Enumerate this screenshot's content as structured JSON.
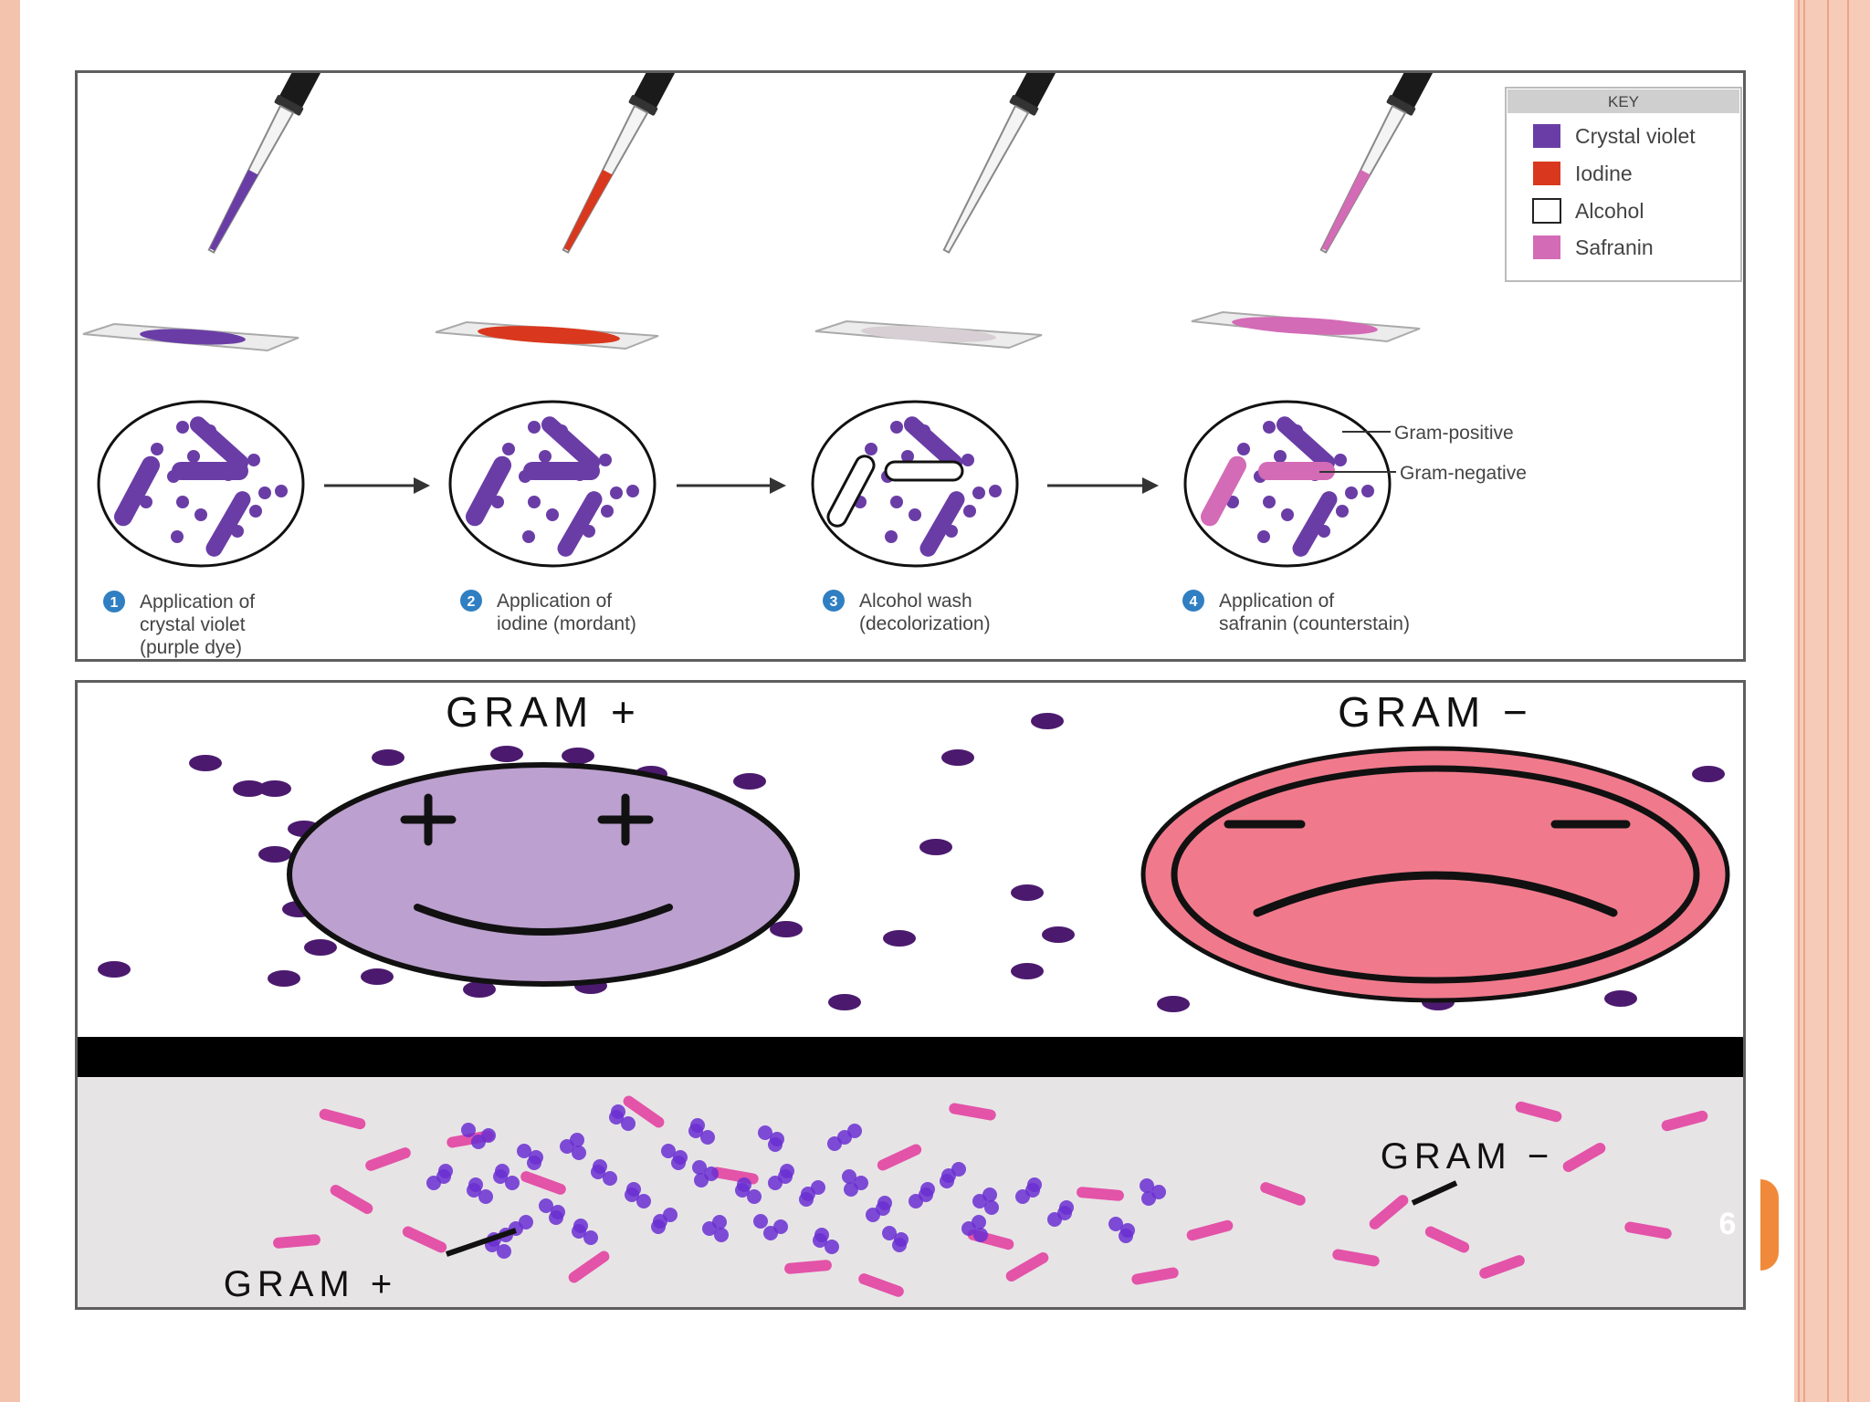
{
  "slide_number": "6",
  "stain_diagram": {
    "key_title": "KEY",
    "key_items": [
      {
        "label": "Crystal violet",
        "color": "#6a3da6"
      },
      {
        "label": "Iodine",
        "color": "#d9381e"
      },
      {
        "label": "Alcohol",
        "color": "#ffffff"
      },
      {
        "label": "Safranin",
        "color": "#d36bb6"
      }
    ],
    "pointer_labels": [
      "Gram-positive",
      "Gram-negative"
    ],
    "steps": [
      {
        "number": "1",
        "line1": "Application of",
        "line2": "crystal violet",
        "line3": "(purple dye)"
      },
      {
        "number": "2",
        "line1": "Application of",
        "line2": "iodine (mordant)",
        "line3": ""
      },
      {
        "number": "3",
        "line1": "Alcohol wash",
        "line2": "(decolorization)",
        "line3": ""
      },
      {
        "number": "4",
        "line1": "Application of",
        "line2": "safranin (counterstain)",
        "line3": ""
      }
    ]
  },
  "cartoon": {
    "gram_positive_label": "GRAM +",
    "gram_negative_label": "GRAM −"
  },
  "micrograph": {
    "gram_negative_label": "GRAM −",
    "gram_positive_label": "GRAM +"
  },
  "colors": {
    "accent_orange": "#f08a3a",
    "border_peach": "#f4c3ad",
    "crystal_violet": "#6a3da6",
    "safranin": "#d36bb6",
    "gram_positive_face": "#bca0cf",
    "gram_negative_face": "#f07a8c"
  }
}
